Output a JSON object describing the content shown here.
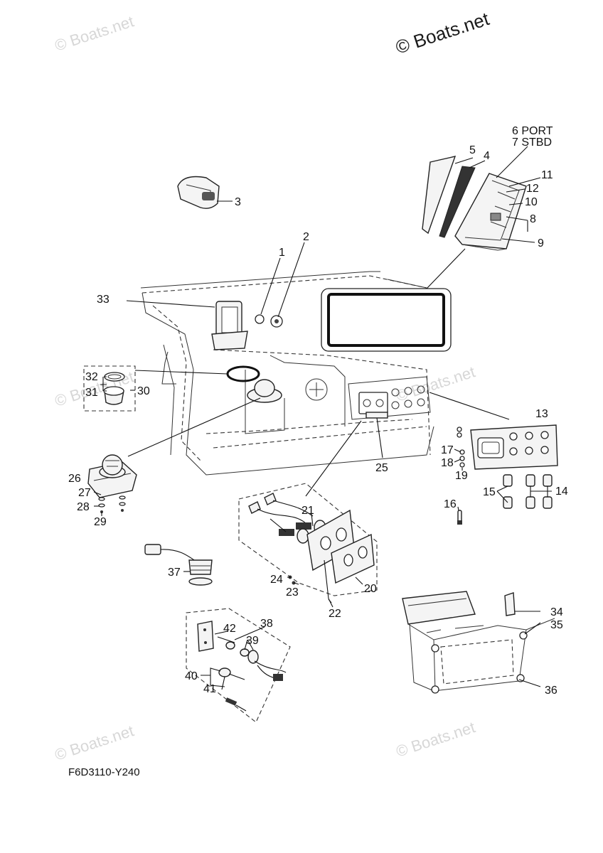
{
  "watermarks": {
    "main": "© Boats.net",
    "faint": "© Boats.net"
  },
  "diagram_code": "F6D3110-Y240",
  "callouts": [
    {
      "id": "c1",
      "text": "1"
    },
    {
      "id": "c2",
      "text": "2"
    },
    {
      "id": "c3",
      "text": "3"
    },
    {
      "id": "c4",
      "text": "4"
    },
    {
      "id": "c5",
      "text": "5"
    },
    {
      "id": "c6",
      "text": "6 PORT"
    },
    {
      "id": "c7",
      "text": "7 STBD"
    },
    {
      "id": "c8",
      "text": "8"
    },
    {
      "id": "c9",
      "text": "9"
    },
    {
      "id": "c10",
      "text": "10"
    },
    {
      "id": "c11",
      "text": "11"
    },
    {
      "id": "c12",
      "text": "12"
    },
    {
      "id": "c13",
      "text": "13"
    },
    {
      "id": "c14",
      "text": "14"
    },
    {
      "id": "c15",
      "text": "15"
    },
    {
      "id": "c16",
      "text": "16"
    },
    {
      "id": "c17",
      "text": "17"
    },
    {
      "id": "c18",
      "text": "18"
    },
    {
      "id": "c19",
      "text": "19"
    },
    {
      "id": "c20",
      "text": "20"
    },
    {
      "id": "c21",
      "text": "21"
    },
    {
      "id": "c22",
      "text": "22"
    },
    {
      "id": "c23",
      "text": "23"
    },
    {
      "id": "c24",
      "text": "24"
    },
    {
      "id": "c25",
      "text": "25"
    },
    {
      "id": "c26",
      "text": "26"
    },
    {
      "id": "c27",
      "text": "27"
    },
    {
      "id": "c28",
      "text": "28"
    },
    {
      "id": "c29",
      "text": "29"
    },
    {
      "id": "c30",
      "text": "30"
    },
    {
      "id": "c31",
      "text": "31"
    },
    {
      "id": "c32",
      "text": "32"
    },
    {
      "id": "c33",
      "text": "33"
    },
    {
      "id": "c34",
      "text": "34"
    },
    {
      "id": "c35",
      "text": "35"
    },
    {
      "id": "c36",
      "text": "36"
    },
    {
      "id": "c37",
      "text": "37"
    },
    {
      "id": "c38",
      "text": "38"
    },
    {
      "id": "c39",
      "text": "39"
    },
    {
      "id": "c40",
      "text": "40"
    },
    {
      "id": "c41",
      "text": "41"
    },
    {
      "id": "c42",
      "text": "42"
    }
  ]
}
